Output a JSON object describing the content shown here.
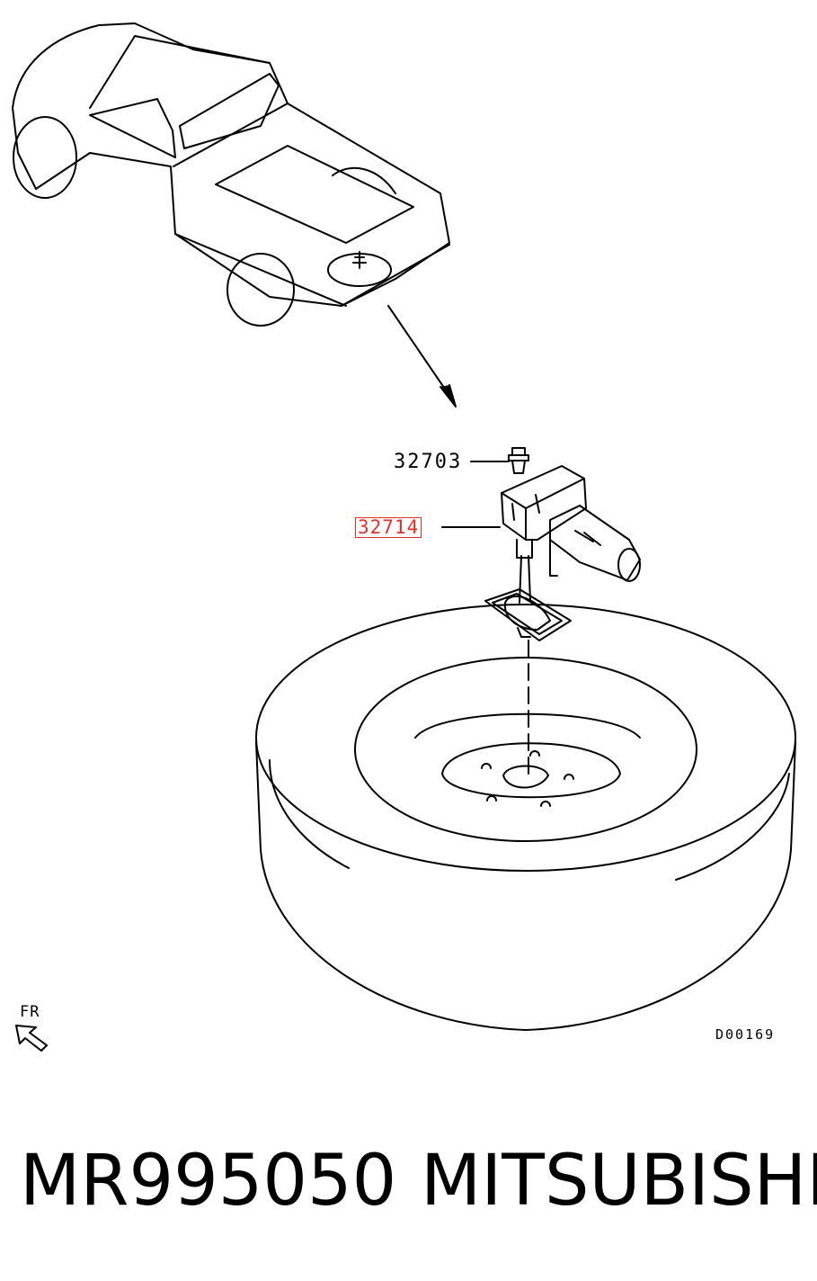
{
  "diagram": {
    "callouts": [
      {
        "id": "p1",
        "text": "32703"
      },
      {
        "id": "p2",
        "text": "32714",
        "highlighted": true,
        "highlight_color": "#e0302a"
      }
    ],
    "direction_label": "FR",
    "drawing_code": "D00169"
  },
  "footer": {
    "part_number": "MR995050",
    "brand": "MITSUBISHI"
  }
}
